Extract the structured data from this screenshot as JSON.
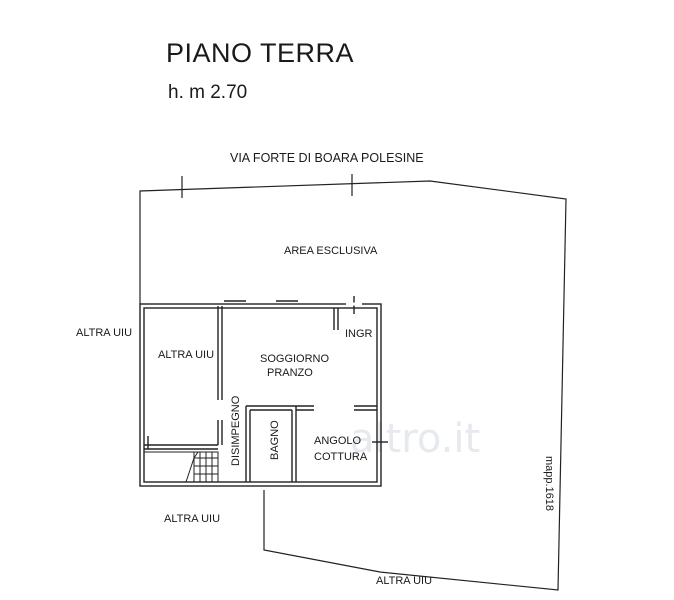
{
  "header": {
    "title": "PIANO TERRA",
    "height": "h. m 2.70"
  },
  "plan": {
    "street": "VIA FORTE DI BOARA POLESINE",
    "exclusive_area": "AREA ESCLUSIVA",
    "neighbor_left_outside": "ALTRA UIU",
    "neighbor_inside": "ALTRA UIU",
    "neighbor_bottom_left": "ALTRA UIU",
    "neighbor_bottom": "ALTRA UIU",
    "living_line1": "SOGGIORNO",
    "living_line2": "PRANZO",
    "entrance": "INGR",
    "hallway": "DISIMPEGNO",
    "bathroom": "BAGNO",
    "kitchen_line1": "ANGOLO",
    "kitchen_line2": "COTTURA",
    "parcel": "mapp.1618",
    "watermark": "altro.it"
  }
}
